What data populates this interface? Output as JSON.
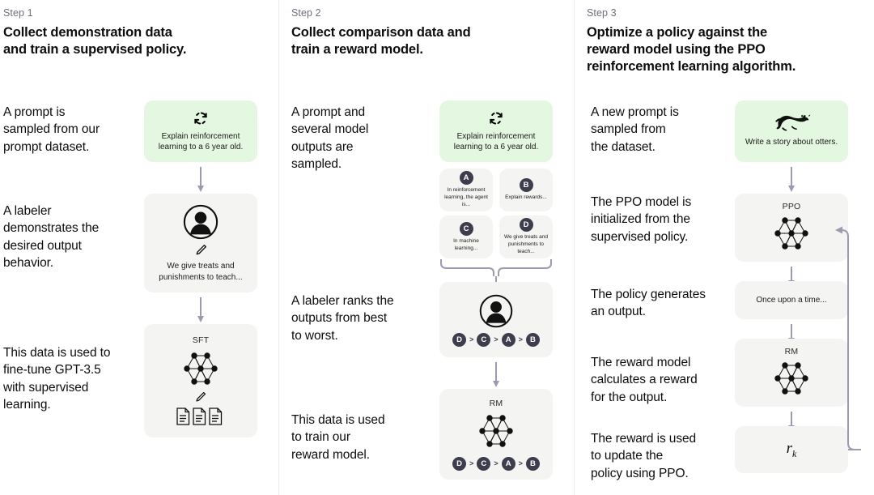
{
  "diagram": {
    "title": "InstructGPT / RLHF three-step training diagram",
    "accent_green": "#e4f7e0",
    "card_gray": "#f4f4f2",
    "arrow_color": "#9b9bb0",
    "badge_color": "#3d3d4e",
    "divider_color": "#ececec"
  },
  "steps": [
    {
      "label": "Step 1",
      "title": "Collect demonstration data\nand train a supervised policy.",
      "descriptions": [
        "A prompt is\nsampled from our\nprompt dataset.",
        "A labeler\ndemonstrates the\ndesired output\nbehavior.",
        "This data is used to\nfine-tune GPT-3.5\nwith supervised\nlearning."
      ],
      "cards": [
        {
          "name": "prompt-card",
          "icon": "refresh-icon",
          "text": "Explain reinforcement learning to a 6 year old."
        },
        {
          "name": "labeler-card",
          "icon": "person-icon",
          "sub_icon": "pencil-icon",
          "text": "We give treats and punishments to teach..."
        },
        {
          "name": "sft-card",
          "title": "SFT",
          "icon": "neural-net-icon",
          "sub_icon": "pencil-icon",
          "extra_icon": "documents-icon"
        }
      ]
    },
    {
      "label": "Step 2",
      "title": "Collect comparison data and\ntrain a reward model.",
      "descriptions": [
        "A prompt and\nseveral model\noutputs are\nsampled.",
        "A labeler ranks the\noutputs from best\nto worst.",
        "This data is used\nto train our\nreward model."
      ],
      "cards": [
        {
          "name": "prompt-card",
          "icon": "refresh-icon",
          "text": "Explain reinforcement learning to a 6 year old."
        },
        {
          "name": "output-card-a",
          "badge": "A",
          "text": "In reinforcement learning, the agent is..."
        },
        {
          "name": "output-card-b",
          "badge": "B",
          "text": "Explain rewards..."
        },
        {
          "name": "output-card-c",
          "badge": "C",
          "text": "In machine learning..."
        },
        {
          "name": "output-card-d",
          "badge": "D",
          "text": "We give treats and punishments to teach..."
        },
        {
          "name": "ranking-card",
          "icon": "person-icon",
          "ranking": [
            "D",
            "C",
            "A",
            "B"
          ]
        },
        {
          "name": "rm-card",
          "title": "RM",
          "icon": "neural-net-icon",
          "ranking": [
            "D",
            "C",
            "A",
            "B"
          ]
        }
      ]
    },
    {
      "label": "Step 3",
      "title": "Optimize a policy against the\nreward model using the PPO\nreinforcement learning algorithm.",
      "descriptions": [
        "A new prompt is\nsampled from\nthe dataset.",
        "The PPO model is\ninitialized from the\nsupervised policy.",
        "The policy generates\nan output.",
        "The reward model\ncalculates a reward\nfor the output.",
        "The reward is used\nto update the\npolicy using PPO."
      ],
      "cards": [
        {
          "name": "prompt-card",
          "icon": "otter-icon",
          "text": "Write a story about otters."
        },
        {
          "name": "ppo-card",
          "title": "PPO",
          "icon": "neural-net-icon"
        },
        {
          "name": "output-card",
          "text": "Once upon a time..."
        },
        {
          "name": "rm-card",
          "title": "RM",
          "icon": "neural-net-icon"
        },
        {
          "name": "reward-card",
          "reward_symbol": "r",
          "reward_subscript": "k"
        }
      ]
    }
  ]
}
